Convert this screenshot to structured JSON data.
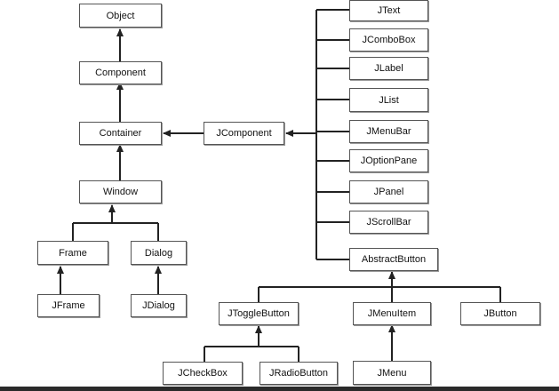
{
  "nodes": {
    "object": "Object",
    "component": "Component",
    "container": "Container",
    "window": "Window",
    "frame": "Frame",
    "dialog": "Dialog",
    "jframe": "JFrame",
    "jdialog": "JDialog",
    "jcomponent": "JComponent",
    "jtext": "JText",
    "jcombobox": "JComboBox",
    "jlabel": "JLabel",
    "jlist": "JList",
    "jmenubar": "JMenuBar",
    "joptionpane": "JOptionPane",
    "jpanel": "JPanel",
    "jscrollbar": "JScrollBar",
    "abstractbutton": "AbstractButton",
    "jtogglebutton": "JToggleButton",
    "jmenuitem": "JMenuItem",
    "jbutton": "JButton",
    "jcheckbox": "JCheckBox",
    "jradiobutton": "JRadioButton",
    "jmenu": "JMenu"
  },
  "colors": {
    "line": "#222222",
    "box_border": "#555555",
    "background": "#ffffff"
  }
}
